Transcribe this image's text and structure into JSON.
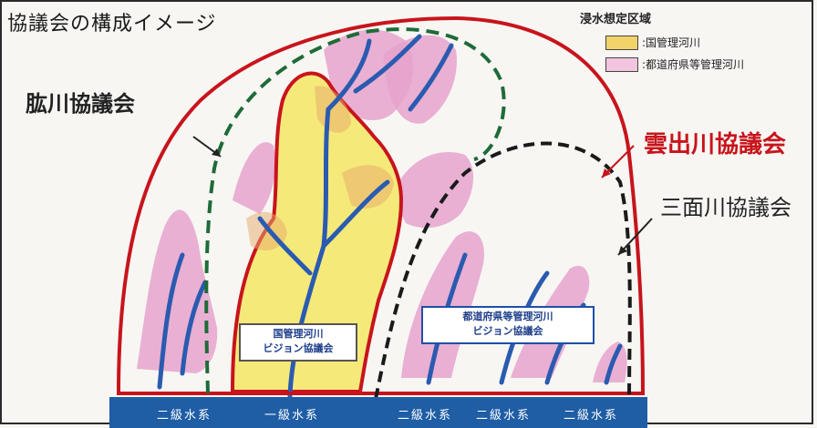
{
  "title": "協議会の構成イメージ",
  "legend": {
    "title": "浸水想定区域",
    "items": [
      {
        "label": ":国管理河川",
        "color": "#f1d36a"
      },
      {
        "label": ":都道府県等管理河川",
        "color": "#f3c4de"
      }
    ]
  },
  "councils": {
    "hiji": "肱川協議会",
    "izumo": "雲出川協議会",
    "sanmen": "三面川協議会"
  },
  "boxes": {
    "national_line1": "国管理河川",
    "national_line2": "ビジョン協議会",
    "pref_line1": "都道府県等管理河川",
    "pref_line2": "ビジョン協議会"
  },
  "water_systems": [
    "二級水系",
    "一級水系",
    "二級水系",
    "二級水系",
    "二級水系"
  ],
  "colors": {
    "national_flood": "#f5e97a",
    "pref_flood": "#e6a3cc",
    "river": "#2a5bb0",
    "izumo_border": "#c8141c",
    "hiji_border": "#1f6b38",
    "sanmen_border": "#1a1a1a",
    "sea": "#1f5da5"
  }
}
